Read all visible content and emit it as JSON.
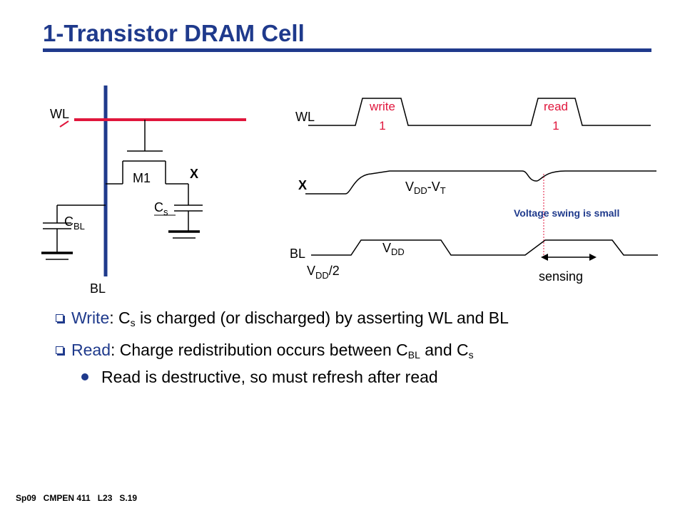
{
  "slide": {
    "title": "1-Transistor DRAM Cell",
    "footer": "Sp09   CMPEN 411   L23   S.19",
    "colors": {
      "title": "#1f3a8c",
      "red": "#e0163c",
      "bullet_marker": "#1f3a8c",
      "sense_line": "#e0163c",
      "note": "#1f3a8c"
    }
  },
  "circuit": {
    "wl_label": "WL",
    "bl_label": "BL",
    "transistor_label": "M1",
    "node_label": "X",
    "cs_label_main": "C",
    "cs_label_sub": "s",
    "cbl_label_main": "C",
    "cbl_label_sub": "BL"
  },
  "timing": {
    "wl_label": "WL",
    "x_label": "X",
    "bl_label": "BL",
    "write_label_1": "write",
    "write_label_2": "1",
    "read_label_1": "read",
    "read_label_2": "1",
    "vddvt_main_1": "V",
    "vddvt_sub_1": "DD",
    "vddvt_mid": "-V",
    "vddvt_sub_2": "T",
    "vdd_main": "V",
    "vdd_sub": "DD",
    "vddhalf_main": "V",
    "vddhalf_sub": "DD",
    "vddhalf_tail": "/2",
    "note": "Voltage swing is small",
    "sensing": "sensing"
  },
  "bullets": [
    {
      "kw": "Write",
      "t1": ": C",
      "s1": "s",
      "t2": " is charged (or discharged) by asserting WL and BL"
    },
    {
      "kw": "Read",
      "t1": ": Charge redistribution occurs between C",
      "s1": "BL",
      "t2": " and C",
      "s2": "s"
    },
    {
      "text": "Read is destructive, so must refresh after read"
    }
  ]
}
